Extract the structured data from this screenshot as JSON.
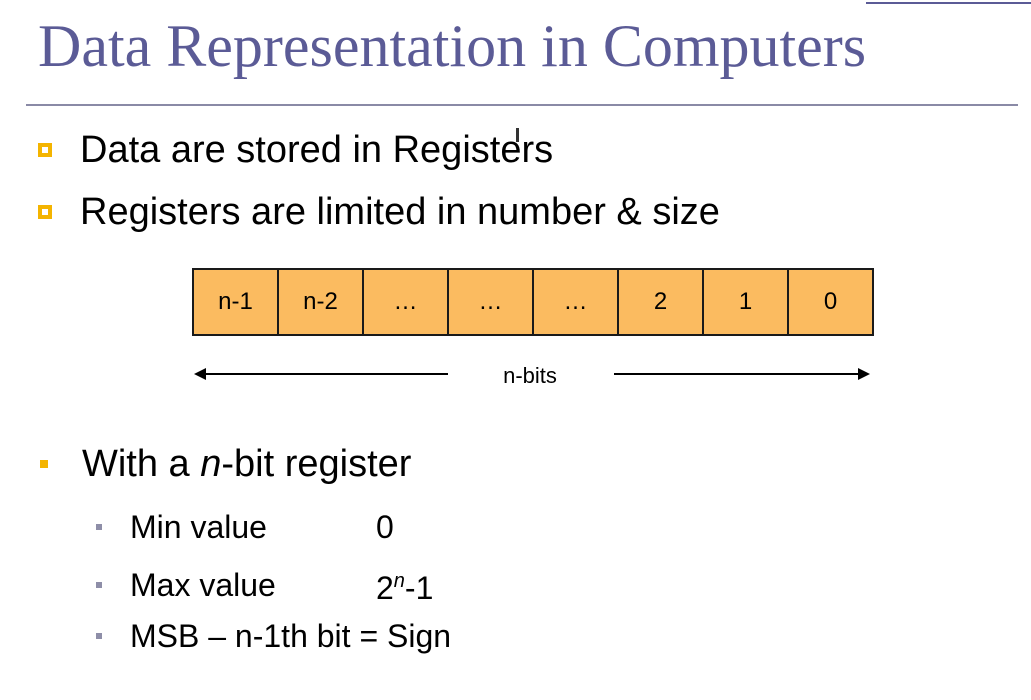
{
  "slide": {
    "title": "Data Representation in Computers",
    "bullets": [
      "Data are stored in Registers",
      "Registers are limited in number & size"
    ],
    "register": {
      "cells": [
        "n-1",
        "n-2",
        "…",
        "…",
        "…",
        "2",
        "1",
        "0"
      ],
      "width_label": "n-bits",
      "cell_color": "#fbbb60"
    },
    "nbit_bullet": {
      "prefix": "With a ",
      "italic": "n",
      "suffix": "-bit register"
    },
    "sub_bullets": [
      {
        "label": "Min value",
        "value": "0"
      },
      {
        "label": "Max value",
        "value_base": "2",
        "value_exp": "n",
        "value_tail": "-1"
      },
      {
        "label": "MSB – n-1th bit = Sign"
      }
    ],
    "colors": {
      "title": "#5b5b96",
      "bullet_accent": "#f4b400",
      "sub_bullet": "#8e8ea8"
    }
  }
}
